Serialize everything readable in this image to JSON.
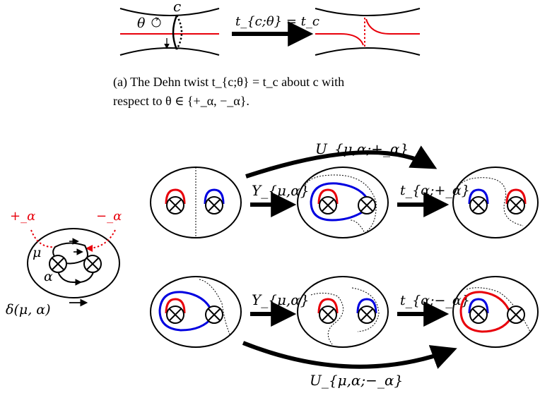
{
  "panel_a": {
    "curve_label": "c",
    "angle_label": "θ",
    "arrow_label": "t_{c;θ} = t_c",
    "caption_line1": "(a) The Dehn twist t_{c;θ} = t_c about c with",
    "caption_line2": "respect to θ ∈ {+_α, −_α}."
  },
  "panel_b": {
    "plus_alpha": "+_α",
    "minus_alpha": "−_α",
    "mu": "μ",
    "alpha": "α",
    "delta_label": "δ(μ, α)",
    "U_plus": "U_{μ,α;+_α}",
    "U_minus": "U_{μ,α;−_α}",
    "Y_top": "Y_{μ,α}",
    "Y_bottom": "Y_{μ,α}",
    "t_plus": "t_{α;+_α}",
    "t_minus": "t_{α;−_α}",
    "crosscap_symbol": "⊗"
  },
  "colors": {
    "red": "#e8000b",
    "blue": "#0000e0",
    "black": "#000000"
  }
}
